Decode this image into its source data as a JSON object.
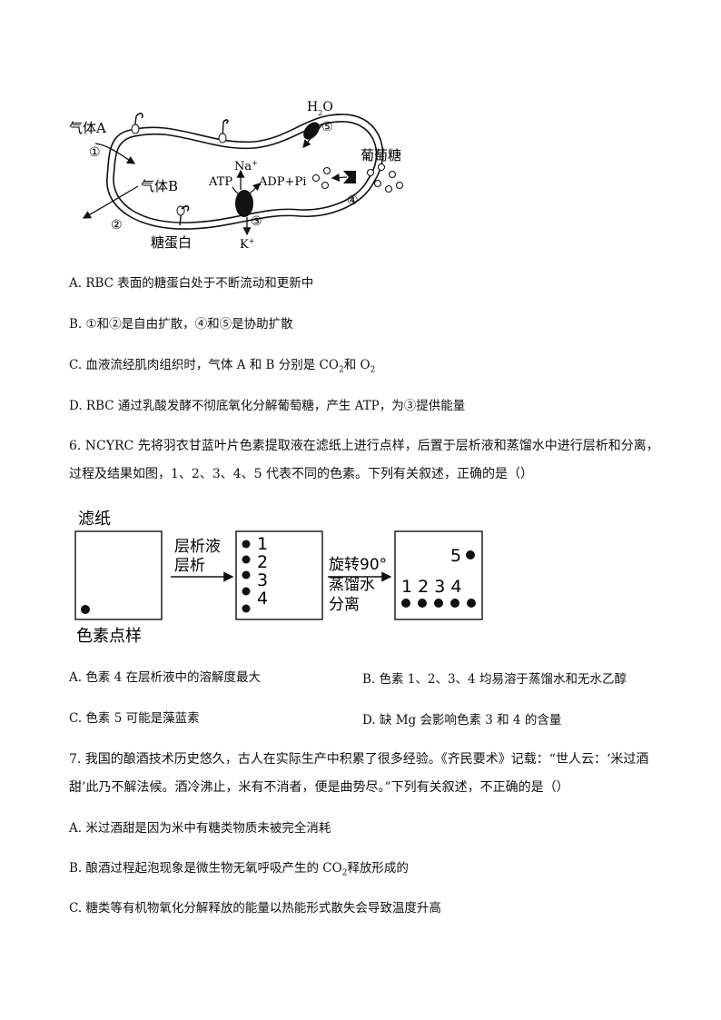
{
  "figure1": {
    "gas_a": "气体A",
    "gas_b": "气体B",
    "circle1": "①",
    "circle2": "②",
    "circle3": "③",
    "circle4": "④",
    "circle5": "⑤",
    "h2o_h": "H",
    "h2o_sub": "2",
    "h2o_o": "O",
    "glucose": "葡萄糖",
    "na": "Na",
    "na_sup": "+",
    "atp": "ATP",
    "adp": "ADP+Pi",
    "k": "K",
    "k_sup": "+",
    "glycoprotein": "糖蛋白"
  },
  "q5_options": {
    "a": "A. RBC 表面的糖蛋白处于不断流动和更新中",
    "b": "B. ①和②是自由扩散，④和⑤是协助扩散",
    "c_pre": "C. 血液流经肌肉组织时，气体 A 和 B 分别是 CO",
    "c_sub1": "2",
    "c_mid": "和 O",
    "c_sub2": "2",
    "d": "D. RBC 通过乳酸发酵不彻底氧化分解葡萄糖，产生 ATP，为③提供能量"
  },
  "q6": {
    "line1": "6. NCYRC 先将羽衣甘蓝叶片色素提取液在滤纸上进行点样，后置于层析液和蒸馏水中进行层析和分离，",
    "line2": "过程及结果如图，1、2、3、4、5 代表不同的色素。下列有关叙述，正确的是（）",
    "option_a": "A. 色素 4 在层析液中的溶解度最大",
    "option_b": "B. 色素 1、2、3、4 均易溶于蒸馏水和无水乙醇",
    "option_c": "C. 色素 5 可能是藻蓝素",
    "option_d": "D. 缺 Mg 会影响色素 3 和 4 的含量"
  },
  "figure2": {
    "filter_paper": "滤纸",
    "sample_spot": "色素点样",
    "step1_line1": "层析液",
    "step1_line2": "层析",
    "step2_line1": "旋转90°",
    "step2_line2": "蒸馏水",
    "step2_line3": "分离",
    "n1": "1",
    "n2": "2",
    "n3": "3",
    "n4": "4",
    "n5": "5",
    "bottom_labels": "1 2 3 4"
  },
  "q7": {
    "line1": "7. 我国的酿酒技术历史悠久，古人在实际生产中积累了很多经验。《齐民要术》记载：“世人云：‘米过酒",
    "line2": "甜’此乃不解法候。酒冷沸止，米有不消者，便是曲势尽。”下列有关叙述，不正确的是（）",
    "option_a": "A. 米过酒甜是因为米中有糖类物质未被完全消耗",
    "option_b_pre": "B. 酿酒过程起泡现象是微生物无氧呼吸产生的 CO",
    "option_b_sub": "2",
    "option_b_post": "释放形成的",
    "option_c": "C. 糖类等有机物氧化分解释放的能量以热能形式散失会导致温度升高"
  }
}
